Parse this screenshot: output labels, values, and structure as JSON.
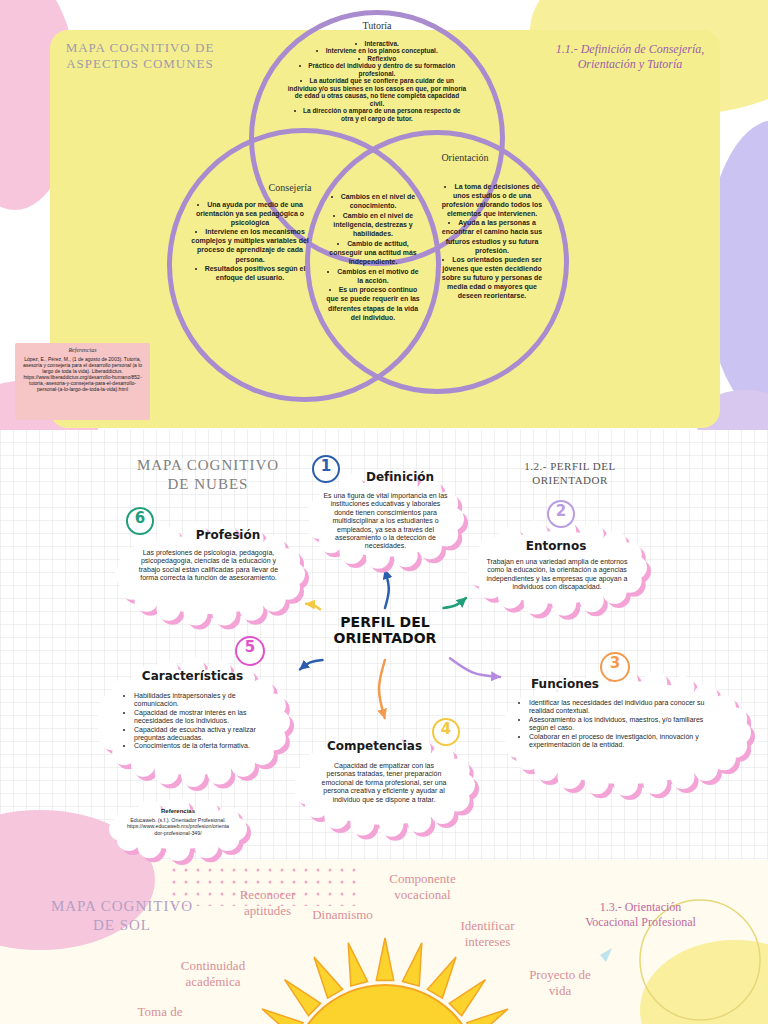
{
  "diagram": {
    "nodes": [
      {
        "text": [
          "Tutoría",
          "Interactiva.",
          "Interviene en los planos conceptual.",
          "Reflexivo",
          "Práctico del individuo y dentro de su formación profesional.",
          "La autoridad que se confiere para cuidar de un individuo y/o sus bienes en los casos en que, por minoría de edad u otras causas, no tiene completa capacidad civil.",
          "La dirección o amparo de una persona respecto de otra y el cargo de tutor."
        ]
      },
      {
        "text": [
          "Consejería",
          "Una ayuda por medio de una orientación ya sea pedagógica o psicológica",
          "Interviene en los mecanismos complejos y múltiples variables del proceso de aprendizaje de cada persona.",
          "Resultados positivos según el enfoque del usuario."
        ]
      },
      {
        "text": [
          "Cambios en el nivel de conocimiento.",
          "Cambio en el nivel de inteligencia, destrezas y habilidades.",
          "Cambio de actitud, conseguir una actitud más independiente.",
          "Cambios en el motivo de la acción.",
          "Es un proceso continuo que se puede requerir en las diferentes etapas de la vida del individuo."
        ]
      },
      {
        "text": [
          "Orientación",
          "La toma de decisiones de unos estudios o de una profesión valorando todos los elementos que intervienen.",
          "Ayuda a las personas a encontrar el camino hacia sus futuros estudios y su futura profesión.",
          "Los orientados pueden ser jóvenes que estén decidiendo sobre su futuro y personas de media edad o mayores que deseen reorientarse."
        ]
      },
      {
        "text": [
          "Referencias",
          "López, E., Pérez, M., (1 de agosto de 2003). Tutoría, asesoría y consejería para el desarrollo personal (a lo largo de toda la vida). Liberaddictus. https://www.liberaddictus.org/desarrollo-humano/852-tutoria,-asesoria-y-consejeria-para-el-desarrollo-personal-(a-lo-largo-de-toda-la-vida).html"
        ]
      },
      {
        "text": [
          "PERFIL DEL ORIENTADOR"
        ]
      },
      {
        "text": [
          "1",
          "Definición",
          "Es una figura de vital importancia en las instituciones educativas y laborales donde tienen conscimientos para multidisciplinar a los estudiantes o empleados, ya sea a través del asesoramiento o la detección de necesidades."
        ]
      },
      {
        "text": [
          "2",
          "Entornos",
          "Trabajan en una variedad amplia de entornos como la educación, la orientación a agencias independientes y las empresas que apoyan a individuos con discapacidad."
        ]
      },
      {
        "text": [
          "3",
          "Funciones",
          "Identificar las necesidades del individuo para conocer su realidad contextual.",
          "Asesoramiento a los individuos, maestros, y/o familiares según el caso.",
          "Colaborar en el proceso de investigación, innovación y experimentación de la entidad."
        ]
      },
      {
        "text": [
          "4",
          "Competencias",
          "Capacidad de empatizar con las personas tratadas, tener preparación emocional de forma profesional, ser una persona creativa y eficiente y ayudar al individuo que se dispone a tratar."
        ]
      },
      {
        "text": [
          "5",
          "Características",
          "Habilidades intrapersonales y de comunicación.",
          "Capacidad de mostrar interés en las necesidades de los individuos.",
          "Capacidad de escucha activa y realizar preguntas adecuadas.",
          "Conocimientos de la oferta formativa."
        ]
      },
      {
        "text": [
          "6",
          "Profesión",
          "Las profesiones de psicología, pedagogía, psicopedagogía, ciencias de la educación y trabajo social están calificadas para llevar de forma correcta la función de asesoramiento."
        ]
      },
      {
        "text": [
          "Referencias",
          "Educaweb. (s.f.). Orientador Profesional. https://www.educaweb.mx/profesion/orientador-profesional-349/"
        ]
      }
    ],
    "edges": [
      {
        "from": 5,
        "to": 6,
        "arrow": "to"
      },
      {
        "from": 5,
        "to": 7,
        "arrow": "to"
      },
      {
        "from": 5,
        "to": 8,
        "arrow": "to"
      },
      {
        "from": 5,
        "to": 9,
        "arrow": "to"
      },
      {
        "from": 5,
        "to": 10,
        "arrow": "to"
      },
      {
        "from": 5,
        "to": 11,
        "arrow": "to"
      }
    ],
    "labels": [
      "MAPA COGNITIVO DE ASPECTOS COMUNES",
      "1.1.- Definición de Consejería, Orientación y Tutoría",
      "MAPA COGNITIVO DE NUBES",
      "1.2.- PERFIL DEL ORIENTADOR",
      "MAPA COGNITIVO DE SOL",
      "1.3.- Orientación Vocacional Profesional",
      "Reconocer aptitudes",
      "Dinamismo",
      "Componente vocacional",
      "Identificar intereses",
      "Proyecto de vida",
      "Continuidad académica",
      "Toma de"
    ]
  }
}
